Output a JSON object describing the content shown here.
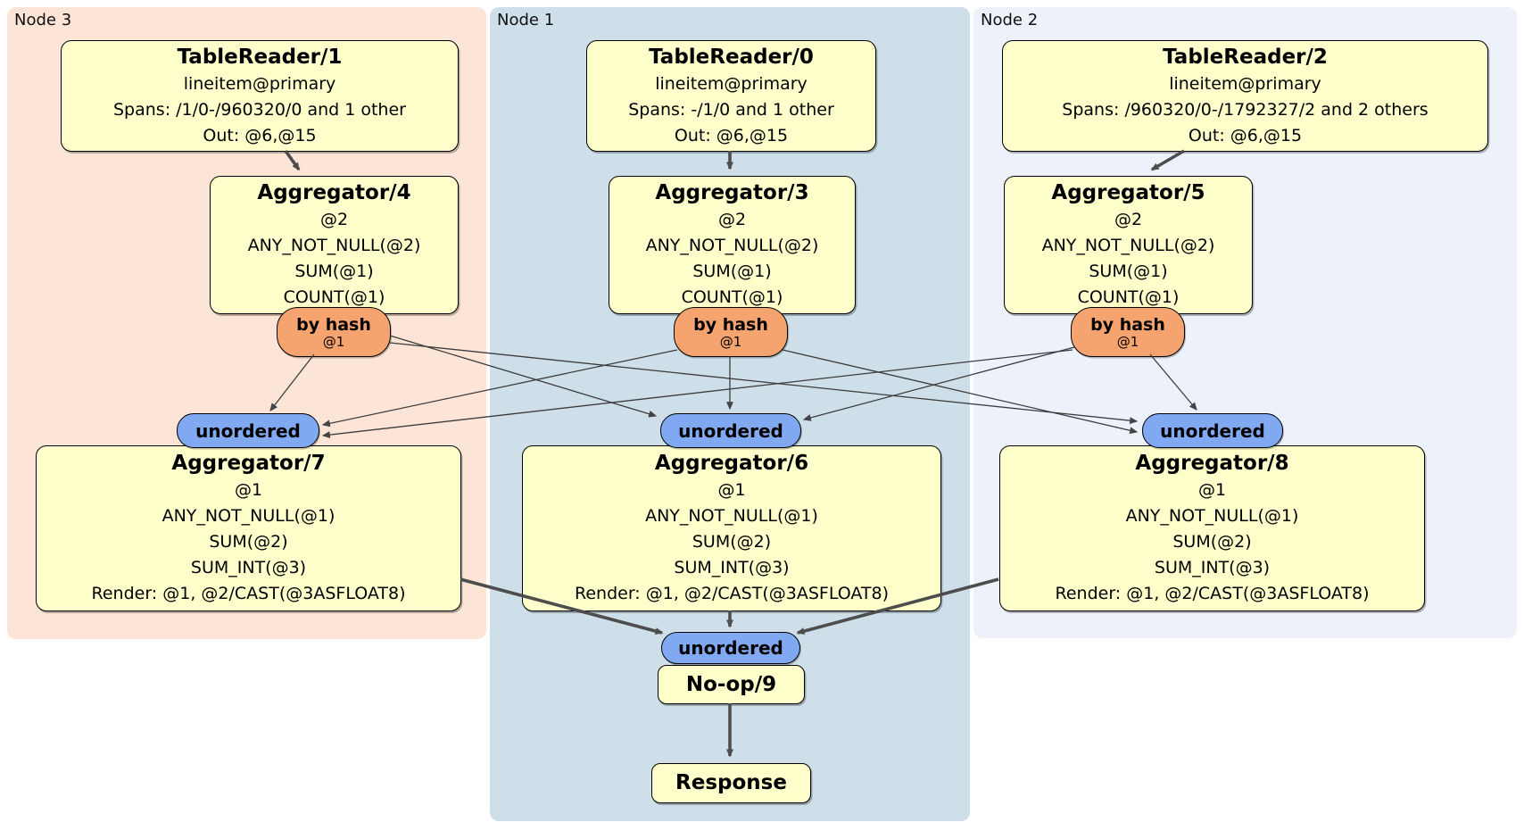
{
  "regions": [
    {
      "label": "Node 3"
    },
    {
      "label": "Node 1"
    },
    {
      "label": "Node 2"
    }
  ],
  "boxes": {
    "tablereader1": {
      "title": "TableReader/1",
      "lines": [
        "lineitem@primary",
        "Spans: /1/0-/960320/0 and 1 other",
        "Out: @6,@15"
      ]
    },
    "tablereader0": {
      "title": "TableReader/0",
      "lines": [
        "lineitem@primary",
        "Spans: -/1/0 and 1 other",
        "Out: @6,@15"
      ]
    },
    "tablereader2": {
      "title": "TableReader/2",
      "lines": [
        "lineitem@primary",
        "Spans: /960320/0-/1792327/2 and 2 others",
        "Out: @6,@15"
      ]
    },
    "aggregator4": {
      "title": "Aggregator/4",
      "lines": [
        "@2",
        "ANY_NOT_NULL(@2)",
        "SUM(@1)",
        "COUNT(@1)"
      ]
    },
    "aggregator3": {
      "title": "Aggregator/3",
      "lines": [
        "@2",
        "ANY_NOT_NULL(@2)",
        "SUM(@1)",
        "COUNT(@1)"
      ]
    },
    "aggregator5": {
      "title": "Aggregator/5",
      "lines": [
        "@2",
        "ANY_NOT_NULL(@2)",
        "SUM(@1)",
        "COUNT(@1)"
      ]
    },
    "aggregator7": {
      "title": "Aggregator/7",
      "lines": [
        "@1",
        "ANY_NOT_NULL(@1)",
        "SUM(@2)",
        "SUM_INT(@3)",
        "Render: @1, @2/CAST(@3ASFLOAT8)"
      ]
    },
    "aggregator6": {
      "title": "Aggregator/6",
      "lines": [
        "@1",
        "ANY_NOT_NULL(@1)",
        "SUM(@2)",
        "SUM_INT(@3)",
        "Render: @1, @2/CAST(@3ASFLOAT8)"
      ]
    },
    "aggregator8": {
      "title": "Aggregator/8",
      "lines": [
        "@1",
        "ANY_NOT_NULL(@1)",
        "SUM(@2)",
        "SUM_INT(@3)",
        "Render: @1, @2/CAST(@3ASFLOAT8)"
      ]
    },
    "noop": {
      "title": "No-op/9"
    },
    "response": {
      "title": "Response"
    }
  },
  "ovals": {
    "by_hash": {
      "label": "by hash",
      "sub": "@1"
    },
    "unordered": {
      "label": "unordered"
    }
  },
  "colors": {
    "node3_bg": "#fce4d6",
    "node1_bg": "#cfdfe9",
    "node2_bg": "#edf1fa",
    "box_fill": "#ffffcc",
    "box_border": "#000000",
    "by_hash_fill": "#f5a46f",
    "unordered_fill": "#81a9f1",
    "edge": "#4d4d4d"
  }
}
